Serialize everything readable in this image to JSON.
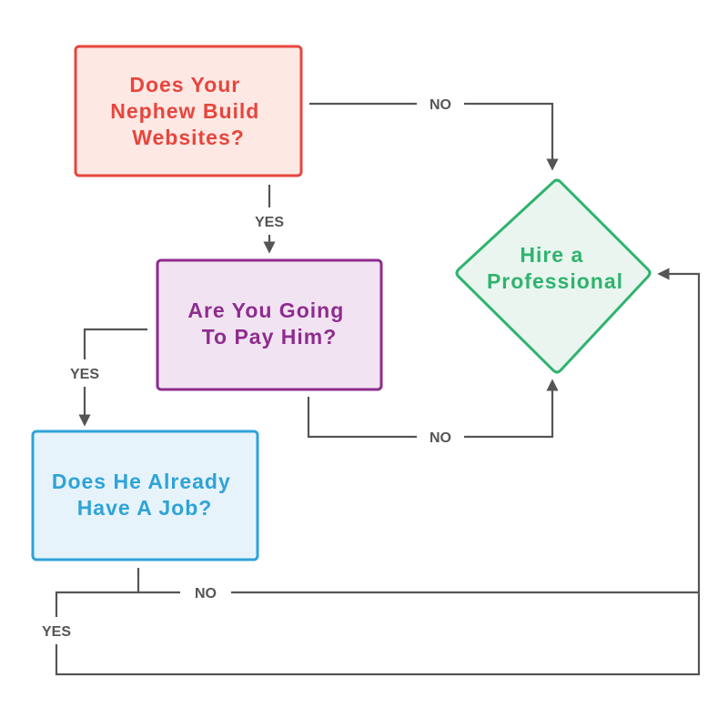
{
  "nodes": {
    "nephew": {
      "lines": [
        "Does Your",
        "Nephew Build",
        "Websites?"
      ],
      "color": "#e8453c",
      "fill": "#fde8e4"
    },
    "pay": {
      "lines": [
        "Are You Going",
        "To Pay Him?"
      ],
      "color": "#8e2c8e",
      "fill": "#f1e3f1"
    },
    "job": {
      "lines": [
        "Does He Already",
        "Have A Job?"
      ],
      "color": "#2ea3d8",
      "fill": "#e7f3fb"
    },
    "hire": {
      "lines": [
        "Hire a",
        "Professional"
      ],
      "color": "#2fb36f",
      "fill": "#e9f5ee"
    }
  },
  "edges": {
    "nephew_no": "NO",
    "nephew_yes": "YES",
    "pay_yes": "YES",
    "pay_no": "NO",
    "job_no": "NO",
    "job_yes": "YES"
  },
  "line_color": "#555555"
}
